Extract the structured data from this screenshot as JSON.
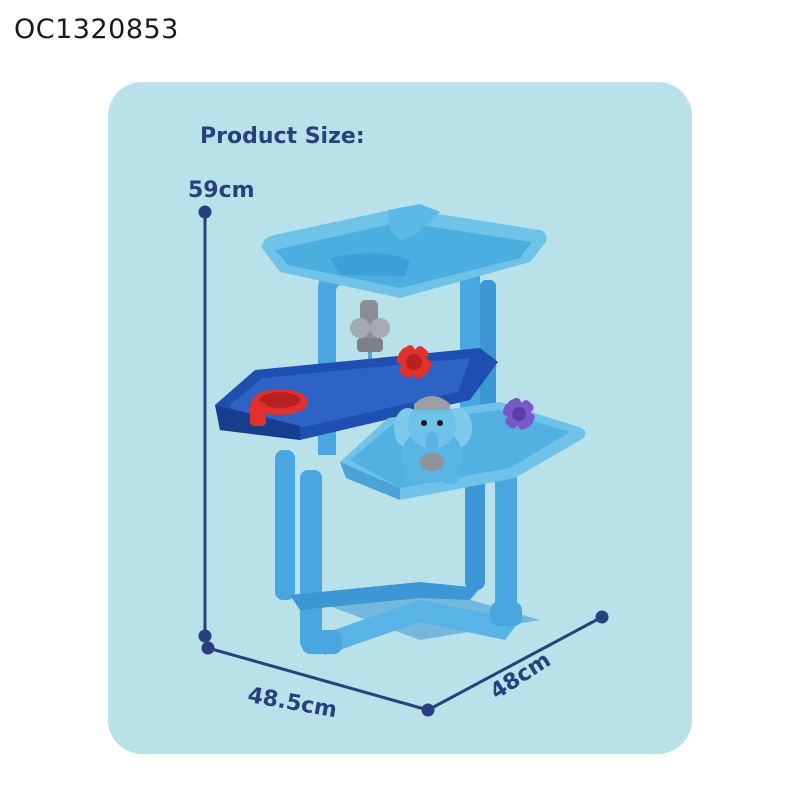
{
  "product_code": "OC1320853",
  "panel": {
    "title": "Product Size:",
    "dimensions": {
      "height": "59cm",
      "width": "48.5cm",
      "depth": "48cm"
    }
  },
  "colors": {
    "panel_bg": "#b9e1ea",
    "text_navy": "#2a3f7e",
    "frame_blue": "#4aa6e0",
    "tray_light": "#6fc3e8",
    "tray_dark": "#1f4fb0",
    "accent_red": "#e0312f",
    "accent_purple": "#7a58c8"
  },
  "icons": [
    "water-table-illustration",
    "elephant-figure",
    "windmill-icon",
    "faucet-icon",
    "water-wheel-icon"
  ]
}
